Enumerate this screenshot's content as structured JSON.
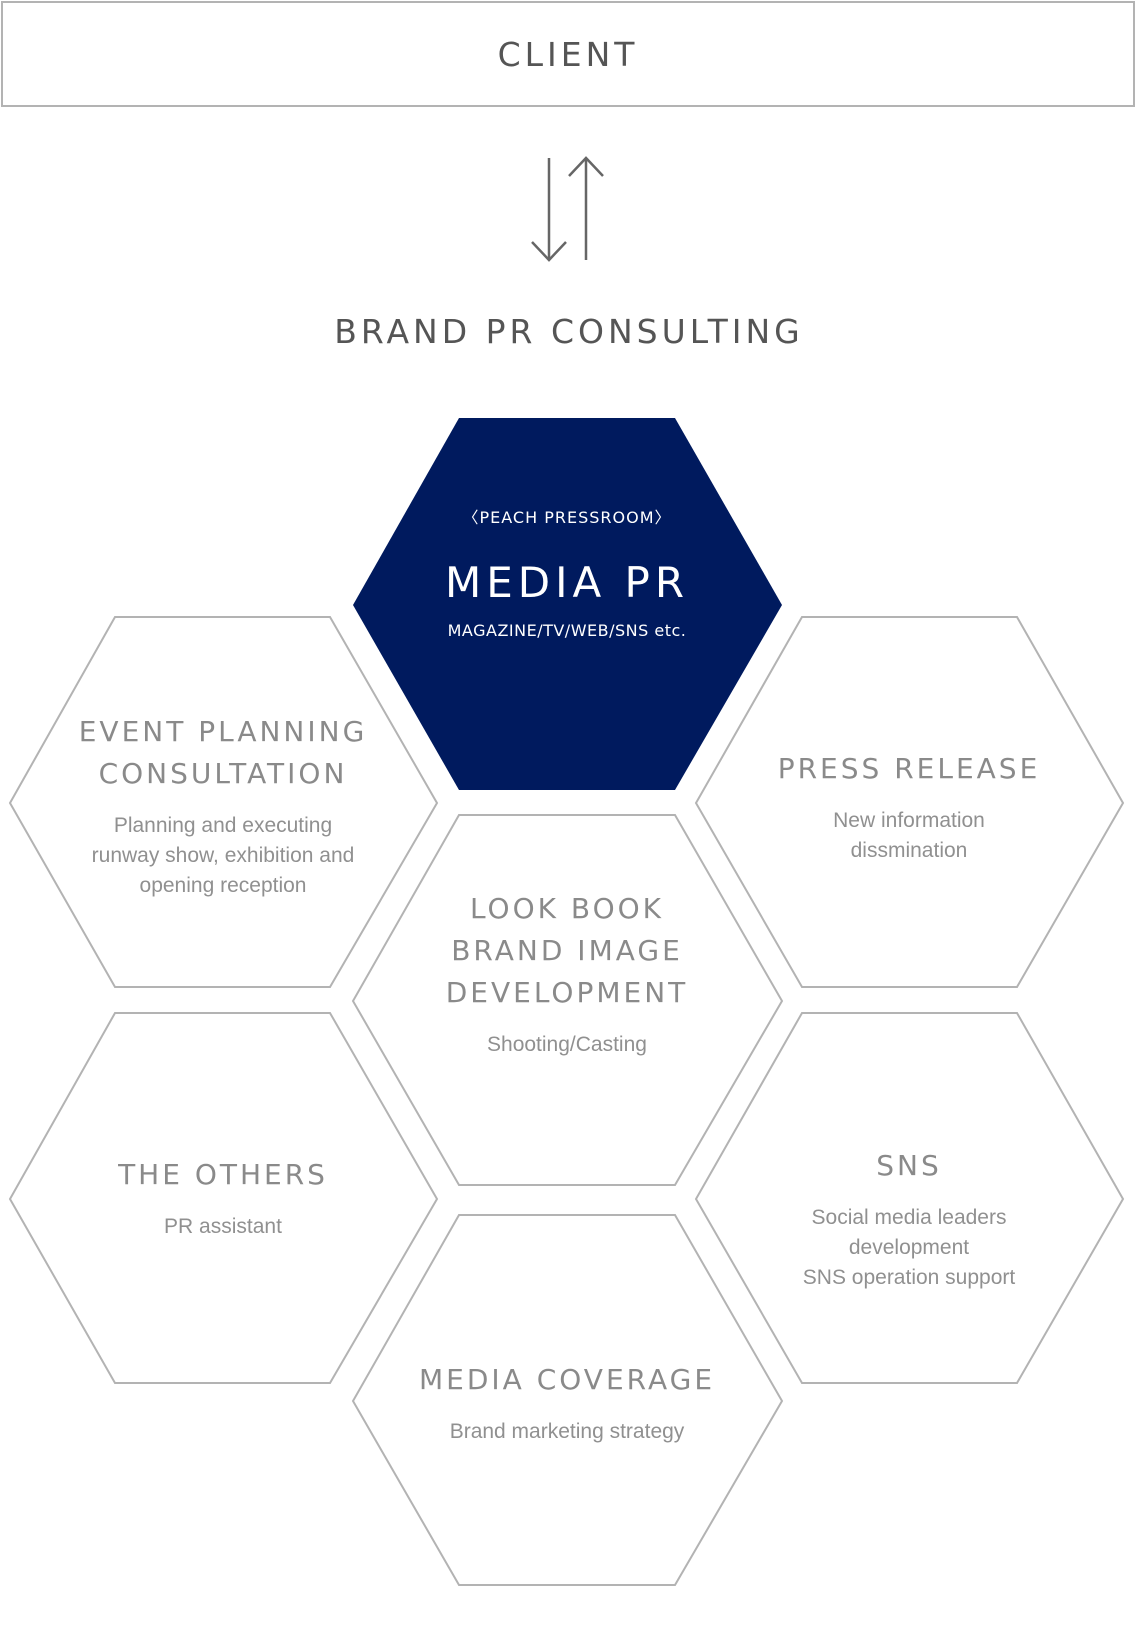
{
  "client": {
    "label": "CLIENT"
  },
  "brand_title": "BRAND PR CONSULTING",
  "colors": {
    "accent": "#001a5e",
    "outline": "#b3b3b3",
    "text": "#555555",
    "muted": "#8a8a8a"
  },
  "icons": {
    "exchange": "up-down-arrows-icon"
  },
  "hexagons": {
    "media_pr": {
      "subtitle": "〈PEACH PRESSROOM〉",
      "title": "MEDIA PR",
      "note": "MAGAZINE/TV/WEB/SNS etc."
    },
    "event_planning": {
      "title": "EVENT PLANNING\nCONSULTATION",
      "desc": "Planning and executing\nrunway show, exhibition and\nopening reception"
    },
    "press_release": {
      "title": "PRESS RELEASE",
      "desc": "New information\ndissmination"
    },
    "look_book": {
      "title": "LOOK BOOK\nBRAND IMAGE\nDEVELOPMENT",
      "desc": "Shooting/Casting"
    },
    "the_others": {
      "title": "THE OTHERS",
      "desc": "PR assistant"
    },
    "sns": {
      "title": "SNS",
      "desc": "Social media leaders\ndevelopment\nSNS operation support"
    },
    "media_coverage": {
      "title": "MEDIA COVERAGE",
      "desc": "Brand marketing strategy"
    }
  }
}
